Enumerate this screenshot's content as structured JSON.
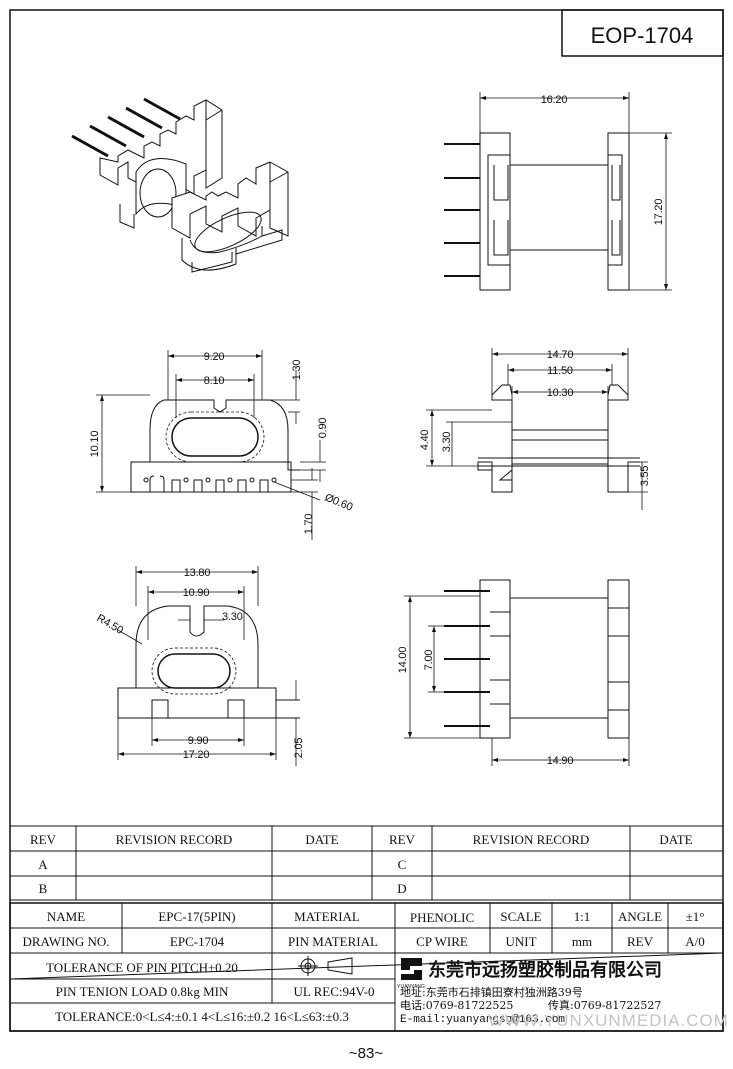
{
  "part_number": "EOP-1704",
  "page_number": "~83~",
  "watermark": "WWW.YUNXUNMEDIA.COM",
  "dims": {
    "side_width": "16.20",
    "side_height": "17.20",
    "front_92": "9.20",
    "front_81": "8.10",
    "front_130": "1.30",
    "front_1010": "10.10",
    "front_090": "0.90",
    "front_060": "Ø0.60",
    "front_170": "1.70",
    "mid_1470": "14.70",
    "mid_1150": "11.50",
    "mid_1030": "10.30",
    "mid_440": "4.40",
    "mid_330": "3.30",
    "mid_355": "3.55",
    "bot_1380": "13.80",
    "bot_1090": "10.90",
    "bot_330": "3.30",
    "bot_r450": "R4.50",
    "bot_990": "9.90",
    "bot_1720": "17.20",
    "bot_205": "2.05",
    "br_1400": "14.00",
    "br_700": "7.00",
    "br_1490": "14.90"
  },
  "revision_table": {
    "header": {
      "rev": "REV",
      "record": "REVISION RECORD",
      "date": "DATE"
    },
    "rows_left": [
      "A",
      "B"
    ],
    "rows_right": [
      "C",
      "D"
    ]
  },
  "title_block": {
    "name_label": "NAME",
    "name_value": "EPC-17(5PIN)",
    "material_label": "MATERIAL",
    "material_value": "PHENOLIC",
    "scale_label": "SCALE",
    "scale_value": "1:1",
    "angle_label": "ANGLE",
    "angle_value": "±1°",
    "drawing_no_label": "DRAWING NO.",
    "drawing_no_value": "EPC-1704",
    "pin_material_label": "PIN MATERIAL",
    "pin_material_value": "CP WIRE",
    "unit_label": "UNIT",
    "unit_value": "mm",
    "rev_label": "REV",
    "rev_value": "A/0",
    "tol_pitch": "TOLERANCE OF PIN PITCH±0.20",
    "pin_load": "PIN TENION LOAD 0.8kg MIN",
    "ul_rec": "UL REC:94V-0",
    "tolerance_line": "TOLERANCE:0<L≤4:±0.1  4<L≤16:±0.2   16<L≤63:±0.3",
    "company_name": "东莞市远扬塑胶制品有限公司",
    "logo_text": "YUANYANG",
    "address": "地址:东莞市石排镇田寮村独洲路39号",
    "phone": "电话:0769-81722525",
    "fax": "传真:0769-81722527",
    "email": "E-mail:yuanyangsg@163.com"
  }
}
